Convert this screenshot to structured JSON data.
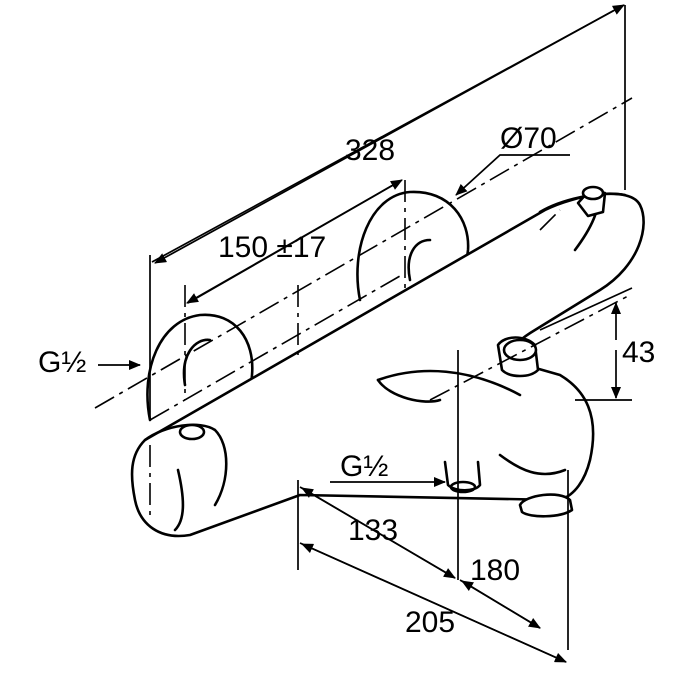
{
  "dimensions": {
    "d328": "328",
    "d150": "150 ±17",
    "d70": "Ø70",
    "g_inlet": "G½",
    "g_outlet": "G½",
    "d43": "43",
    "d133": "133",
    "d180": "180",
    "d205": "205"
  },
  "colors": {
    "line": "#000000",
    "background": "#ffffff"
  }
}
